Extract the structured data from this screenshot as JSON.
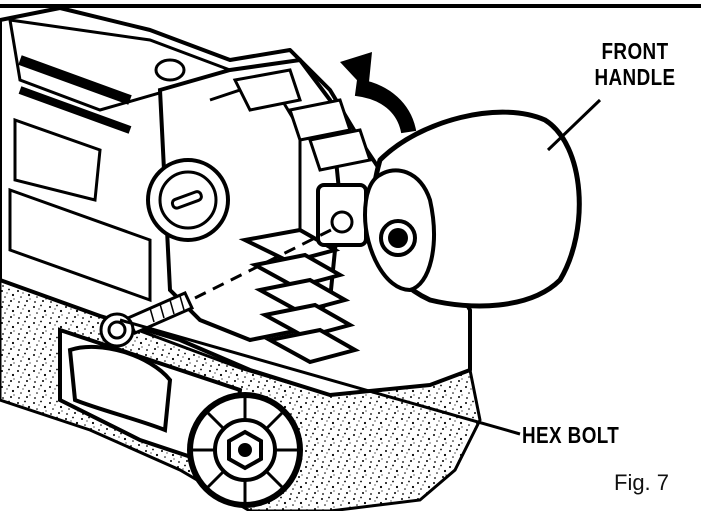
{
  "callouts": {
    "front_handle_line1": "FRONT",
    "front_handle_line2": "HANDLE",
    "hex_bolt": "HEX BOLT"
  },
  "figure_label": "Fig. 7",
  "colors": {
    "ink": "#000000",
    "paper": "#ffffff",
    "shadow": "#2b2b2b"
  }
}
